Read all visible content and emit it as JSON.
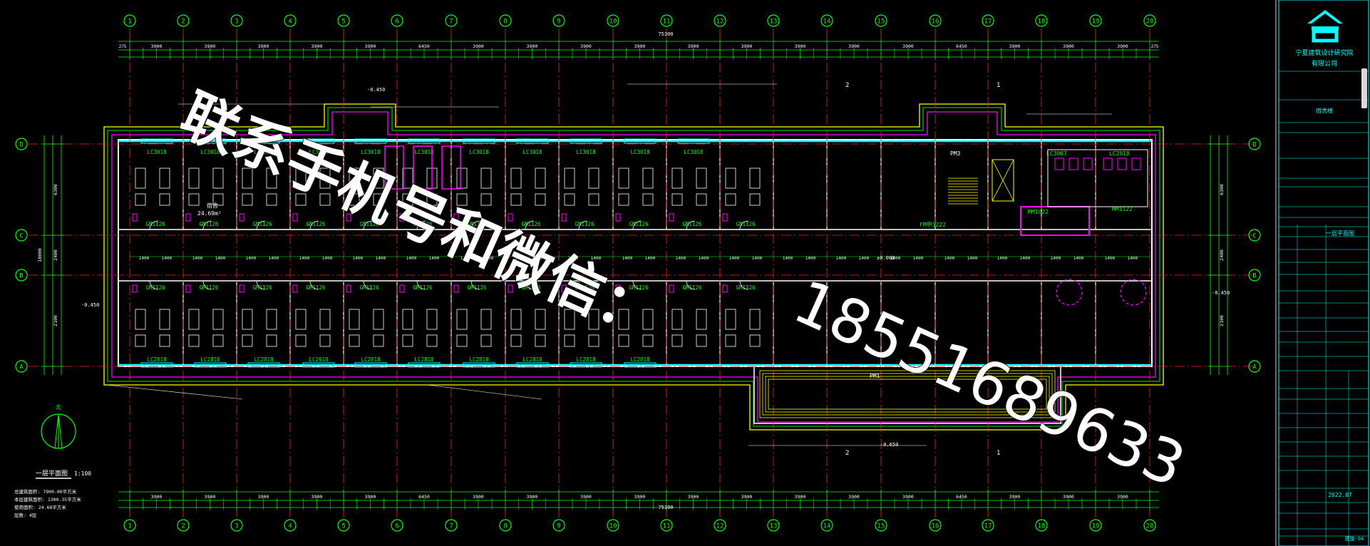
{
  "grid": {
    "columns": [
      "1",
      "2",
      "3",
      "4",
      "5",
      "6",
      "7",
      "8",
      "9",
      "10",
      "11",
      "12",
      "13",
      "14",
      "15",
      "16",
      "17",
      "18",
      "19",
      "20"
    ],
    "rows": [
      "D",
      "C",
      "B",
      "A"
    ]
  },
  "dimensions": {
    "overall_width": "75300",
    "top_chain": [
      "3900",
      "3900",
      "3900",
      "3900",
      "3900",
      "6450",
      "3900",
      "3900",
      "3900",
      "3900",
      "3900",
      "3900",
      "3900",
      "3900",
      "3900",
      "6450",
      "3900",
      "3900",
      "3900"
    ],
    "bottom_chain": [
      "3900",
      "3900",
      "3900",
      "3900",
      "3900",
      "6450",
      "3900",
      "3900",
      "3900",
      "3900",
      "3900",
      "3900",
      "3900",
      "3900",
      "3900",
      "6450",
      "3900",
      "3900",
      "3900"
    ],
    "left_rows": [
      "6300",
      "2400",
      "2100",
      "6300"
    ],
    "left_total": "18000",
    "mid_marks": [
      "275",
      "3900",
      "275"
    ]
  },
  "rooms": {
    "window_top": [
      "LC3018",
      "LC3018",
      "LC3018",
      "LC3018",
      "LC3018",
      "LC3018",
      "LC3018",
      "LC3018",
      "LC3018",
      "LC3018",
      "LC3018"
    ],
    "window_bottom": [
      "LC2818",
      "LC2818",
      "LC2818",
      "LC2618",
      "LC2818",
      "LC2818",
      "LC2818",
      "LC2818",
      "LC2818",
      "LC2818"
    ],
    "doors_c": [
      "GM1126",
      "GM1126",
      "GM1126",
      "GM1126",
      "GM1126",
      "GM1126",
      "GM1126",
      "GM1126",
      "GM1126",
      "GM1126",
      "GM1126",
      "GM1126",
      "GM1126"
    ],
    "doors_b": [
      "GM1126",
      "GM1126",
      "GM1126",
      "GM1126",
      "GM1126",
      "GM1126",
      "GM1126",
      "GM1126",
      "GM1126",
      "GM1126",
      "GM1126",
      "GM1126"
    ],
    "room_area": "24.69m²",
    "room_name": "宿舍",
    "stair": "PM3",
    "stair2": "PM1",
    "right_window": "LC3007",
    "right_window2": "LC2818",
    "door_mm": "MM1022",
    "door_mm2": "MM1122",
    "door_fm": "FM甲1222"
  },
  "notes": {
    "title": "一层平面图",
    "scale": "1:100",
    "stats": [
      "总建筑面积: 7900.00平方米",
      "本层建筑面积: 1300.35平方米",
      "使用面积: 24.68平方米",
      "层数: 4层"
    ],
    "elev_left": "-0.450",
    "elev_right": "-0.450",
    "elev_top_left": "-0.450",
    "elev_bottom": "-0.650",
    "elev_zero": "±0.000",
    "section_1": "1",
    "section_2": "2",
    "north": "北"
  },
  "title_block": {
    "company_l1": "宁夏建筑设计研究院",
    "company_l2": "有限公司",
    "project": "宿舍楼",
    "drawing": "一层平面图",
    "date": "2022.07",
    "sheet_no": "建施-04"
  },
  "watermark": {
    "line1": "联系手机号和微信：",
    "phone": "18551689633"
  },
  "colors": {
    "background": "#000000",
    "grid_line": "#ff2020",
    "dim_line": "#00ff00",
    "wall": "#ffffff",
    "magenta": "#ff00ff",
    "cyan": "#00ffff",
    "yellow": "#ffff00"
  }
}
